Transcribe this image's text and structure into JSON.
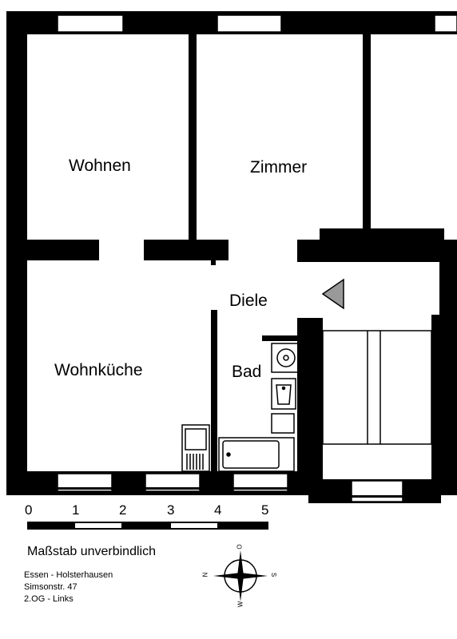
{
  "rooms": {
    "wohnen": "Wohnen",
    "zimmer": "Zimmer",
    "diele": "Diele",
    "wohnkueche": "Wohnküche",
    "bad": "Bad"
  },
  "scale": {
    "ticks": [
      "0",
      "1",
      "2",
      "3",
      "4",
      "5"
    ],
    "caption": "Maßstab unverbindlich"
  },
  "address": {
    "line1": "Essen - Holsterhausen",
    "line2": "Simsonstr. 47",
    "line3": "2.OG - Links"
  },
  "compass": {
    "north": "N",
    "south": "S",
    "west": "W",
    "east": "O"
  }
}
